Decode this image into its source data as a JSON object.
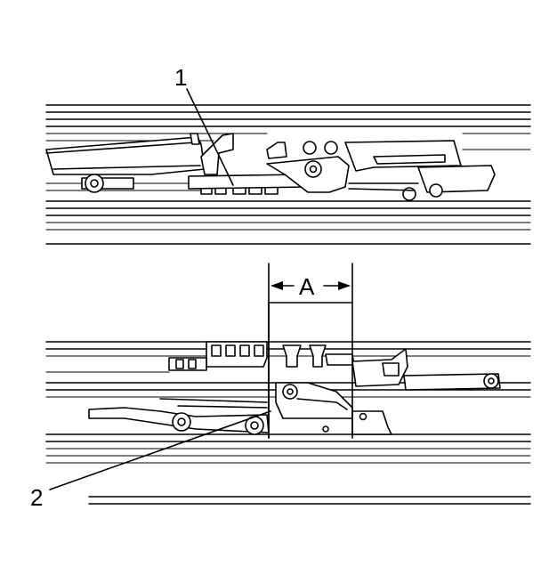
{
  "callouts": {
    "one": "1",
    "two": "2",
    "dimension": "A"
  },
  "colors": {
    "ink": "#000000",
    "paper": "#ffffff"
  }
}
